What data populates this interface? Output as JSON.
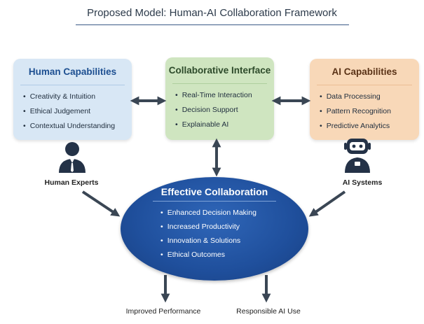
{
  "title": "Proposed Model: Human-AI Collaboration Framework",
  "human_capabilities": {
    "title": "Human Capabilities",
    "items": [
      "Creativity & Intuition",
      "Ethical Judgement",
      "Contextual Understanding"
    ]
  },
  "collaborative_interface": {
    "title": "Collaborative Interface",
    "items": [
      "Real-Time Interaction",
      "Decision Support",
      "Explainable AI"
    ]
  },
  "ai_capabilities": {
    "title": "AI Capabilities",
    "items": [
      "Data Processing",
      "Pattern Recognition",
      "Predictive Analytics"
    ]
  },
  "actors": {
    "human_label": "Human Experts",
    "ai_label": "AI Systems"
  },
  "effective_collaboration": {
    "title": "Effective Collaboration",
    "items": [
      "Enhanced Decision Making",
      "Increased Productivity",
      "Innovation & Solutions",
      "Ethical Outcomes"
    ]
  },
  "outcomes": [
    "Improved Performance",
    "Responsible AI Use"
  ],
  "colors": {
    "human_card": "#d8e7f5",
    "interface_card": "#cfe5c0",
    "ai_card": "#f8d8b8",
    "collaboration": "#1f4f9c",
    "arrow": "#3a4654"
  }
}
